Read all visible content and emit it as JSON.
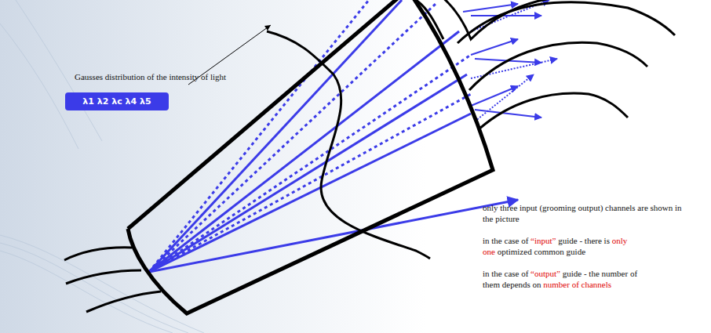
{
  "diagram": {
    "nodes": [
      {
        "text": [
          "λ1 λ2 λc λ4 λ5"
        ]
      }
    ],
    "labels": [
      "Gausses distribution of the intensity of light",
      "only three input (grooming output) channels are shown in the picture",
      "in the case of",
      "“input”",
      "guide - there is",
      "only one",
      "optimized common guide",
      "in the case of",
      "“output”",
      "guide - the number of them depends on",
      "number of channels"
    ]
  }
}
